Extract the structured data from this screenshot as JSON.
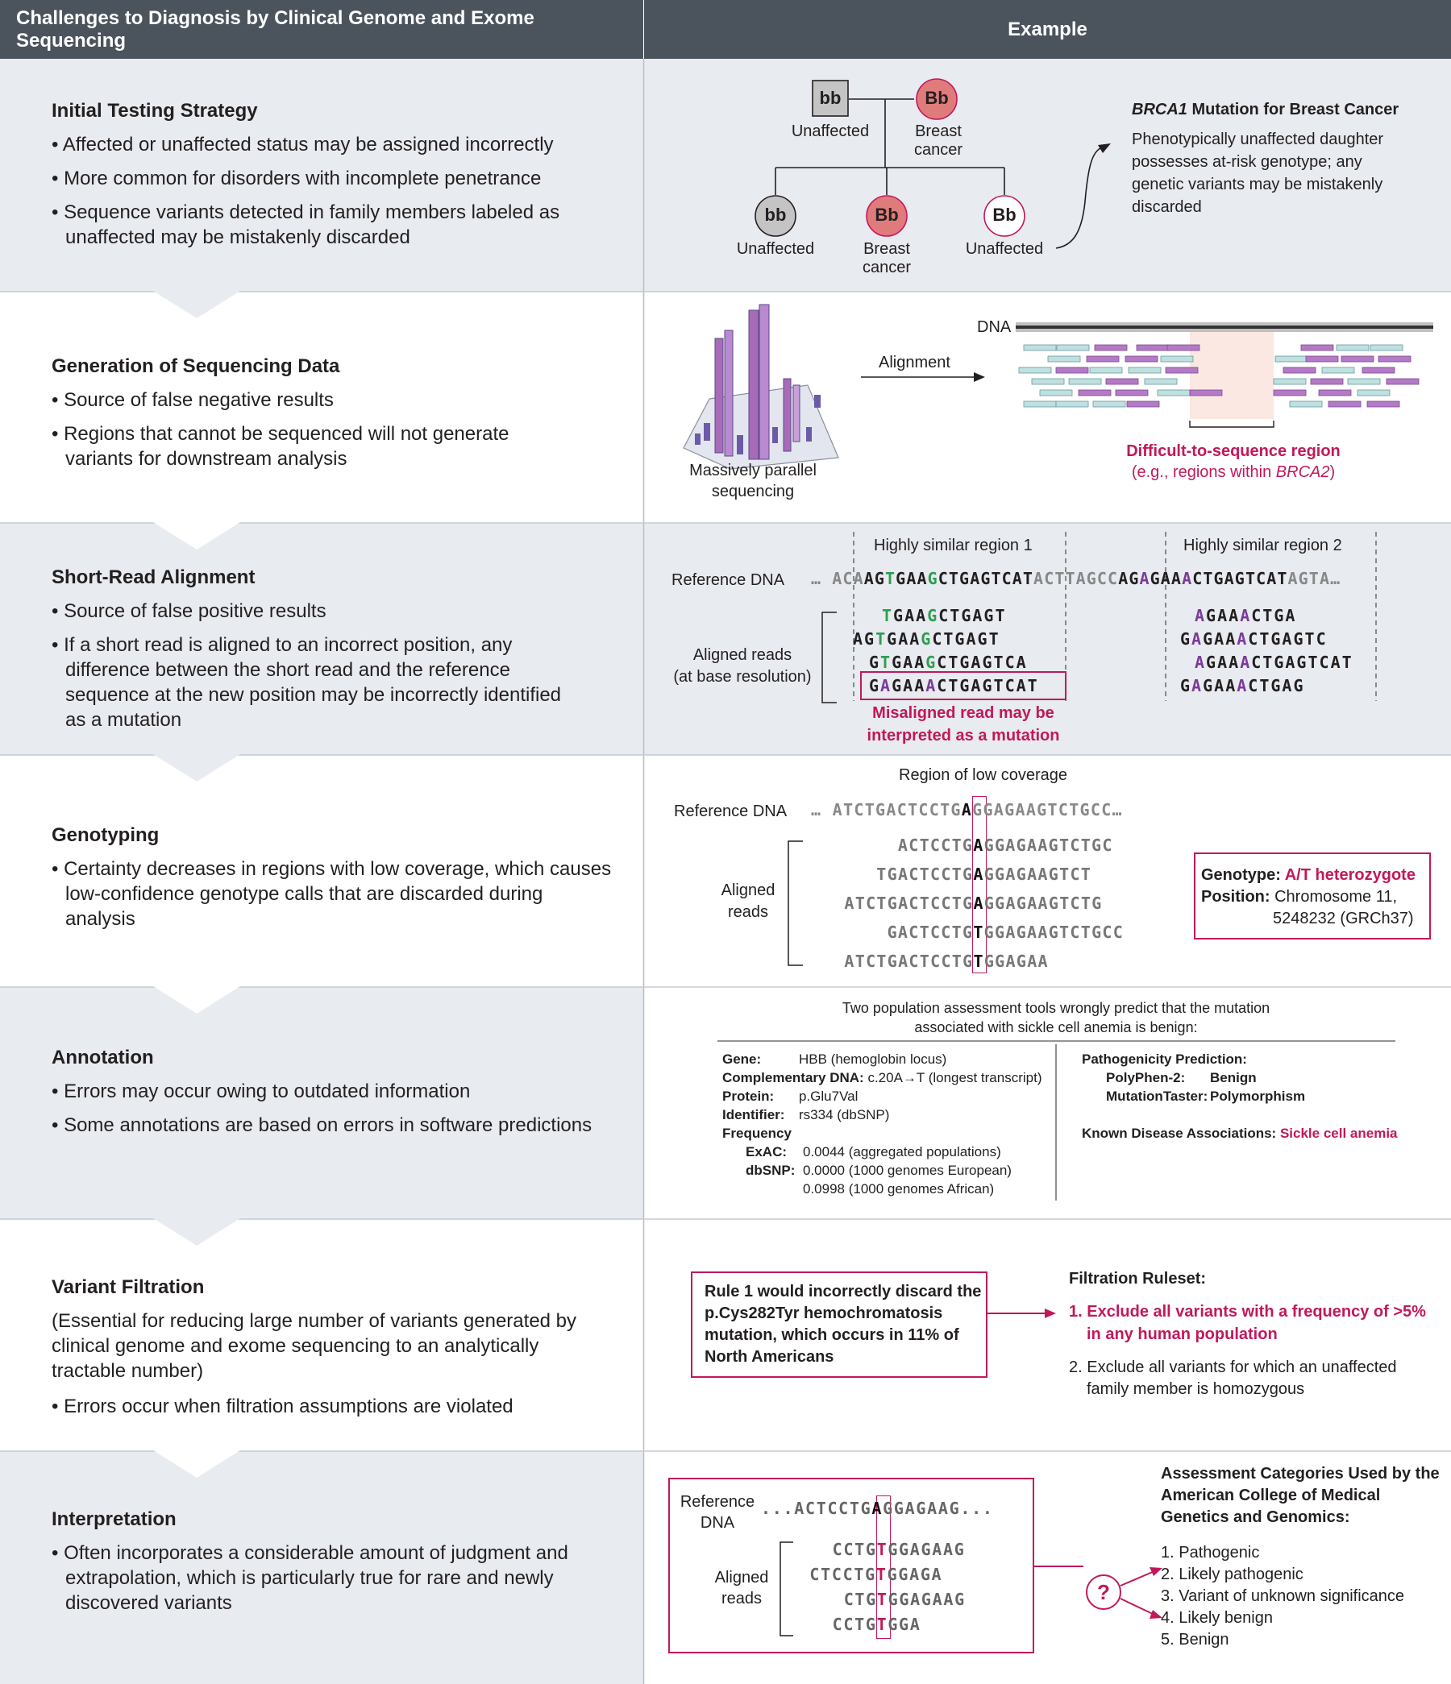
{
  "header": {
    "left_title": "Challenges to Diagnosis by Clinical Genome and Exome Sequencing",
    "right_title": "Example"
  },
  "colors": {
    "header_bg": "#4b545d",
    "band_grey": "#e8ebf0",
    "accent_magenta": "#c2185b",
    "read_purple": "#a86bb8",
    "read_teal": "#b8dcdc",
    "green_base": "#2e9e4f",
    "purple_base": "#7a3b9a",
    "affected_fill": "#e07b7b"
  },
  "sections": [
    {
      "title": "Initial Testing Strategy",
      "bullets": [
        "Affected or unaffected status may be assigned incorrectly",
        "More common for disorders with incomplete penetrance",
        "Sequence variants detected in family members labeled as unaffected may be mistakenly discarded"
      ]
    },
    {
      "title": "Generation of Sequencing Data",
      "bullets": [
        "Source of false negative results",
        "Regions that cannot be sequenced will not generate variants for downstream analysis"
      ]
    },
    {
      "title": "Short-Read Alignment",
      "bullets": [
        "Source of false positive results",
        "If a short read is aligned to an incorrect position, any difference between the short read and the reference sequence at the new position may be incorrectly identified as a mutation"
      ]
    },
    {
      "title": "Genotyping",
      "bullets": [
        "Certainty decreases in regions with low coverage, which causes low-confidence genotype calls that are discarded during analysis"
      ]
    },
    {
      "title": "Annotation",
      "bullets": [
        "Errors may occur owing to outdated information",
        "Some annotations are based on errors in software predictions"
      ]
    },
    {
      "title": "Variant Filtration",
      "intro": "(Essential for reducing large number of variants generated by clinical genome and exome sequencing to an analytically tractable number)",
      "bullets": [
        "Errors occur when filtration assumptions are violated"
      ]
    },
    {
      "title": "Interpretation",
      "bullets": [
        "Often incorporates a considerable amount of judgment and extrapolation, which is particularly true for rare and newly discovered variants"
      ]
    }
  ],
  "pedigree": {
    "father_genotype": "bb",
    "father_label": "Unaffected",
    "mother_genotype": "Bb",
    "mother_label_1": "Breast",
    "mother_label_2": "cancer",
    "child1_genotype": "bb",
    "child1_label": "Unaffected",
    "child2_genotype": "Bb",
    "child2_label_1": "Breast",
    "child2_label_2": "cancer",
    "child3_genotype": "Bb",
    "child3_label": "Unaffected",
    "note_title_gene": "BRCA1",
    "note_title_rest": " Mutation for Breast Cancer",
    "note_lines": [
      "Phenotypically unaffected daughter",
      "possesses at-risk genotype; any",
      "genetic variants may be mistakenly",
      "discarded"
    ]
  },
  "sequencing": {
    "dna_label": "DNA",
    "alignment_label": "Alignment",
    "platform_label_1": "Massively parallel",
    "platform_label_2": "sequencing",
    "region_label": "Difficult-to-sequence region",
    "region_sub_prefix": "(e.g., regions within ",
    "region_sub_gene": "BRCA2",
    "region_sub_suffix": ")"
  },
  "alignment": {
    "region1_label": "Highly similar region 1",
    "region2_label": "Highly similar region 2",
    "reference_label": "Reference DNA",
    "aligned_label_1": "Aligned reads",
    "aligned_label_2": "(at base resolution)",
    "ref_seq_segments": [
      "… ACA",
      "AG",
      "T",
      "GAA",
      "G",
      "CTGAGTCAT",
      "ACTTAGCC",
      "AG",
      "A",
      "GAA",
      "A",
      "CTGAGTCAT",
      "AGTA…"
    ],
    "reads_region1": [
      "TGAAGCTGAGT",
      "AGTGAAGCTGAGT",
      "GTGAAGCTGAGTCA",
      "GAGAAACTGAGTCAT"
    ],
    "reads_region2": [
      "AGAAACTGA",
      "GAGAAACTGAGTC",
      "AGAAACTGAGTCAT",
      "GAGAAACTGAG"
    ],
    "misaligned_1": "Misaligned read may be",
    "misaligned_2": "interpreted as a mutation"
  },
  "genotyping": {
    "region_label": "Region of low coverage",
    "reference_label": "Reference DNA",
    "reference_seq_pre": "… ATCTGACTCCTG",
    "reference_seq_var": "A",
    "reference_seq_post": "GGAGAAGTCTGCC…",
    "aligned_label_1": "Aligned",
    "aligned_label_2": "reads",
    "reads": [
      {
        "pre": "ACTCCTG",
        "var": "A",
        "post": "GGAGAAGTCTGC"
      },
      {
        "pre": "TGACTCCTG",
        "var": "A",
        "post": "GGAGAAGTCT"
      },
      {
        "pre": "ATCTGACTCCTG",
        "var": "A",
        "post": "GGAGAAGTCTG"
      },
      {
        "pre": "GACTCCTG",
        "var": "T",
        "post": "GGAGAAGTCTGCC"
      },
      {
        "pre": "ATCTGACTCCTG",
        "var": "T",
        "post": "GGAGAA"
      }
    ],
    "genotype_label": "Genotype: ",
    "genotype_value": "A/T heterozygote",
    "position_label": "Position: ",
    "position_value_1": "Chromosome 11,",
    "position_value_2": "5248232 (GRCh37)"
  },
  "annotation": {
    "intro_1": "Two population assessment tools wrongly predict that the mutation",
    "intro_2": "associated with sickle cell anemia is benign:",
    "gene_label": "Gene:",
    "gene_value": "HBB (hemoglobin locus)",
    "cdna_label": "Complementary DNA:",
    "cdna_value": "c.20A→T (longest transcript)",
    "protein_label": "Protein:",
    "protein_value": "p.Glu7Val",
    "identifier_label": "Identifier:",
    "identifier_value": "rs334 (dbSNP)",
    "frequency_label": "Frequency",
    "exac_label": "ExAC:",
    "exac_value": "0.0044 (aggregated populations)",
    "dbsnp_label": "dbSNP:",
    "dbsnp_value_1": "0.0000 (1000 genomes European)",
    "dbsnp_value_2": "0.0998 (1000 genomes African)",
    "pathogenicity_label": "Pathogenicity Prediction:",
    "polyphen_label": "PolyPhen-2:",
    "polyphen_value": "Benign",
    "mutationtaster_label": "MutationTaster:",
    "mutationtaster_value": "Polymorphism",
    "disease_label": "Known Disease Associations:",
    "disease_value": "Sickle cell anemia"
  },
  "filtration": {
    "rule_box_lines": [
      "Rule 1 would incorrectly discard the",
      "p.Cys282Tyr hemochromatosis",
      "mutation, which occurs in 11% of",
      "North Americans"
    ],
    "ruleset_title": "Filtration Ruleset:",
    "rule1_lines": [
      "1. Exclude all variants with a frequency of >5%",
      "in any human population"
    ],
    "rule2_lines": [
      "2. Exclude all variants for which an unaffected",
      "family member is homozygous"
    ]
  },
  "interpretation": {
    "reference_label_1": "Reference",
    "reference_label_2": "DNA",
    "reference_seq_pre": "...ACTCCTG",
    "reference_seq_var": "A",
    "reference_seq_post": "GGAGAAG...",
    "aligned_label_1": "Aligned",
    "aligned_label_2": "reads",
    "reads": [
      {
        "pre": "CCTG",
        "var": "T",
        "post": "GGAGAAG"
      },
      {
        "pre": "CTCCTG",
        "var": "T",
        "post": "GGAGA"
      },
      {
        "pre": "CTG",
        "var": "T",
        "post": "GGAGAAG"
      },
      {
        "pre": "CCTG",
        "var": "T",
        "post": "GGA"
      }
    ],
    "question_mark": "?",
    "categories_title_lines": [
      "Assessment Categories Used by the",
      "American College of Medical",
      "Genetics and Genomics:"
    ],
    "categories": [
      "1. Pathogenic",
      "2. Likely pathogenic",
      "3. Variant of unknown significance",
      "4. Likely benign",
      "5. Benign"
    ]
  }
}
